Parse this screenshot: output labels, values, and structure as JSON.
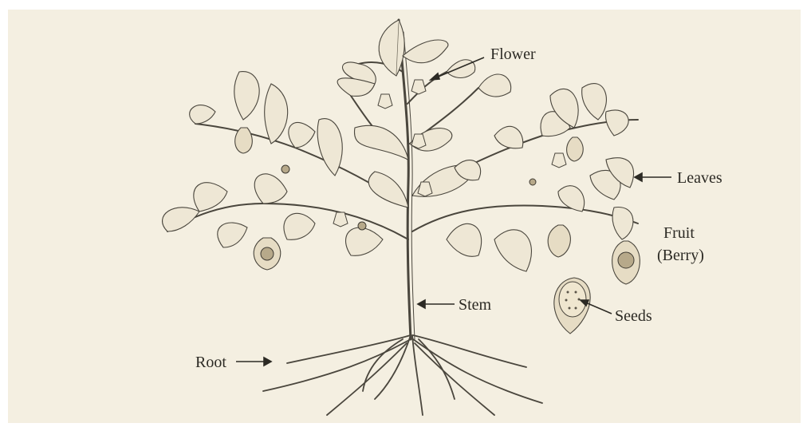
{
  "labels": {
    "flower": "Flower",
    "leaves": "Leaves",
    "fruit_line1": "Fruit",
    "fruit_line2": "(Berry)",
    "stem": "Stem",
    "seeds": "Seeds",
    "root": "Root"
  },
  "colors": {
    "paper": "#f4efe1",
    "ink": "#4a463d",
    "leaf_fill": "#eee7d5"
  }
}
